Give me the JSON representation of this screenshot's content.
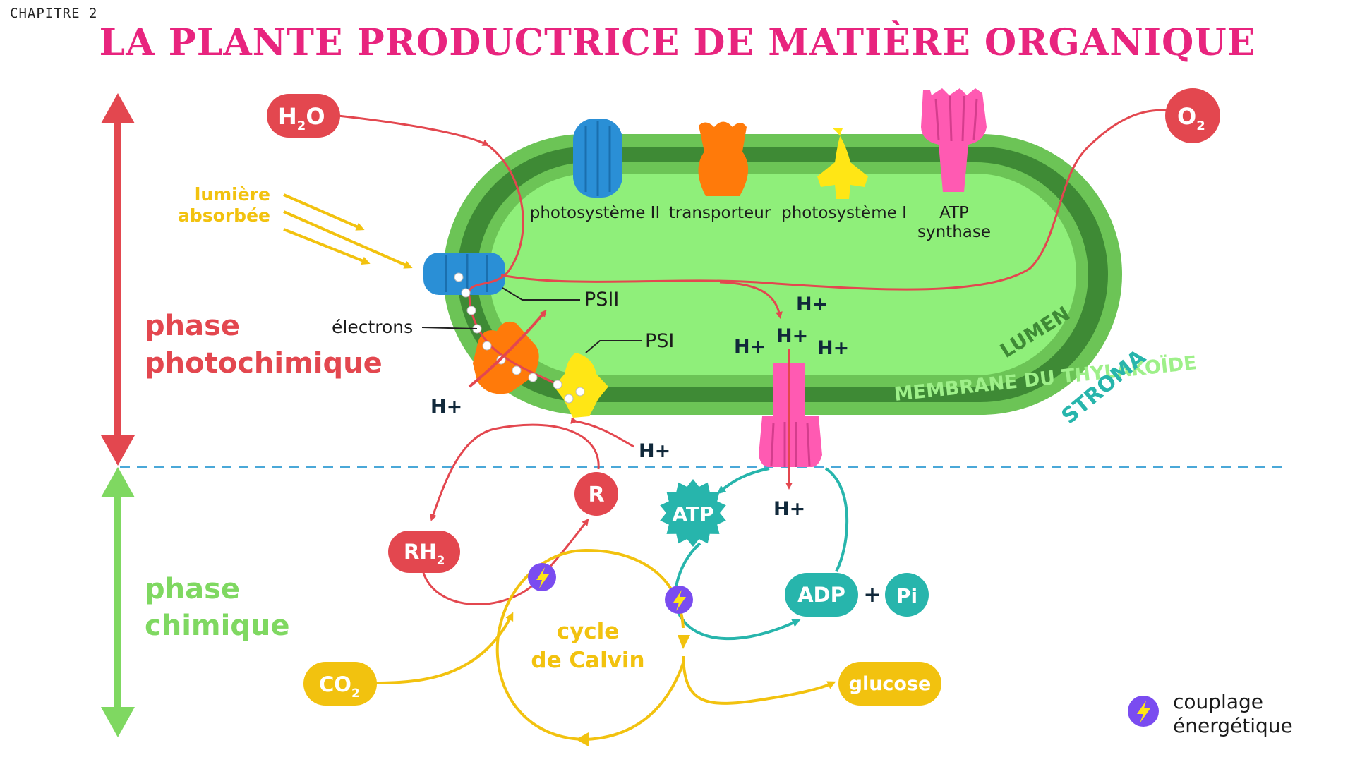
{
  "header": {
    "chapter": "CHAPITRE 2",
    "title": "LA PLANTE PRODUCTRICE DE MATIÈRE ORGANIQUE"
  },
  "phases": {
    "photo_line1": "phase",
    "photo_line2": "photochimique",
    "chem_line1": "phase",
    "chem_line2": "chimique"
  },
  "molecules": {
    "h2o_main": "H",
    "h2o_sub": "2",
    "h2o_tail": "O",
    "o2_main": "O",
    "o2_sub": "2",
    "co2_main": "CO",
    "co2_sub": "2",
    "rh2_main": "RH",
    "rh2_sub": "2",
    "r": "R",
    "atp": "ATP",
    "adp": "ADP",
    "plus": "+",
    "pi": "Pi",
    "glucose": "glucose"
  },
  "proteins": {
    "ps2": "photosystème II",
    "transporter": "transporteur",
    "ps1": "photosystème I",
    "atp_syn_1": "ATP",
    "atp_syn_2": "synthase"
  },
  "labels": {
    "light_1": "lumière",
    "light_2": "absorbée",
    "electrons": "électrons",
    "psii": "PSII",
    "psi": "PSI",
    "lumen": "LUMEN",
    "membrane": "MEMBRANE DU THYLAKOÏDE",
    "stroma": "STROMA",
    "hplus": "H+",
    "calvin_1": "cycle",
    "calvin_2": "de Calvin"
  },
  "legend": {
    "line1": "couplage",
    "line2": "énergétique"
  },
  "colors": {
    "red": "#e3474f",
    "green_phase": "#7fd861",
    "title_pink": "#e8247e",
    "yellow": "#f2c20f",
    "teal": "#27b5ac",
    "lumen_green": "#8fef7a",
    "membrane_dark": "#3e8a35",
    "membrane_mid": "#6cc456",
    "dashed_blue": "#4aa8d8",
    "coupling_purple": "#7a4cf0"
  }
}
